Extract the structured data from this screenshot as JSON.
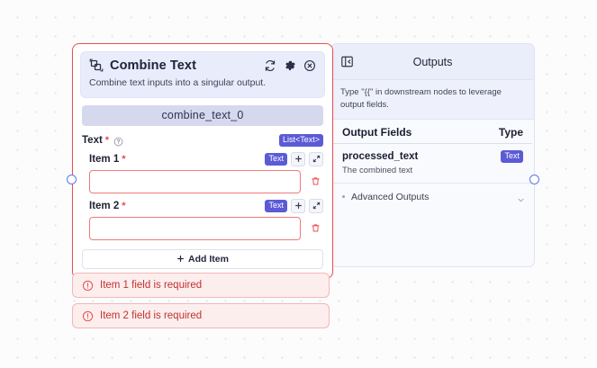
{
  "node": {
    "title": "Combine Text",
    "title_icon": "combine-squares-icon",
    "subtitle": "Combine text inputs into a singular output.",
    "name_chip": "combine_text_0",
    "header_actions": [
      {
        "name": "refresh-icon",
        "label": "Refresh"
      },
      {
        "name": "gear-icon",
        "label": "Settings"
      },
      {
        "name": "close-circle-icon",
        "label": "Close"
      }
    ],
    "field": {
      "label": "Text",
      "required_marker": "*",
      "help_icon": "question-circle-icon",
      "type_badge": "List<Text>"
    },
    "items": [
      {
        "label": "Item 1",
        "required_marker": "*",
        "type_badge": "Text",
        "value": "",
        "placeholder": "",
        "add_icon": "plus-icon",
        "expand_icon": "expand-arrows-icon",
        "delete_icon": "trash-icon"
      },
      {
        "label": "Item 2",
        "required_marker": "*",
        "type_badge": "Text",
        "value": "",
        "placeholder": "",
        "add_icon": "plus-icon",
        "expand_icon": "expand-arrows-icon",
        "delete_icon": "trash-icon"
      }
    ],
    "add_item_label": "Add Item",
    "add_item_icon": "plus-icon"
  },
  "outputs": {
    "collapse_icon": "panel-collapse-left-icon",
    "title": "Outputs",
    "hint": "Type \"{{\" in downstream nodes to leverage output fields.",
    "columns": {
      "name": "Output Fields",
      "type": "Type"
    },
    "fields": [
      {
        "name": "processed_text",
        "description": "The combined text",
        "type_badge": "Text"
      }
    ],
    "advanced": {
      "label": "Advanced Outputs",
      "chevron_icon": "chevron-down-icon"
    }
  },
  "errors": [
    {
      "icon": "alert-circle-icon",
      "text": "Item 1 field is required"
    },
    {
      "icon": "alert-circle-icon",
      "text": "Item 2 field is required"
    }
  ],
  "handles": {
    "input_handle": "node-input-handle",
    "output_handle": "node-output-handle"
  },
  "colors": {
    "error_border": "#ef4d4d",
    "badge_indigo": "#5b5bd6",
    "header_blue": "#e9edfb",
    "handle_blue": "#5b78e8",
    "error_text": "#c0322f"
  }
}
